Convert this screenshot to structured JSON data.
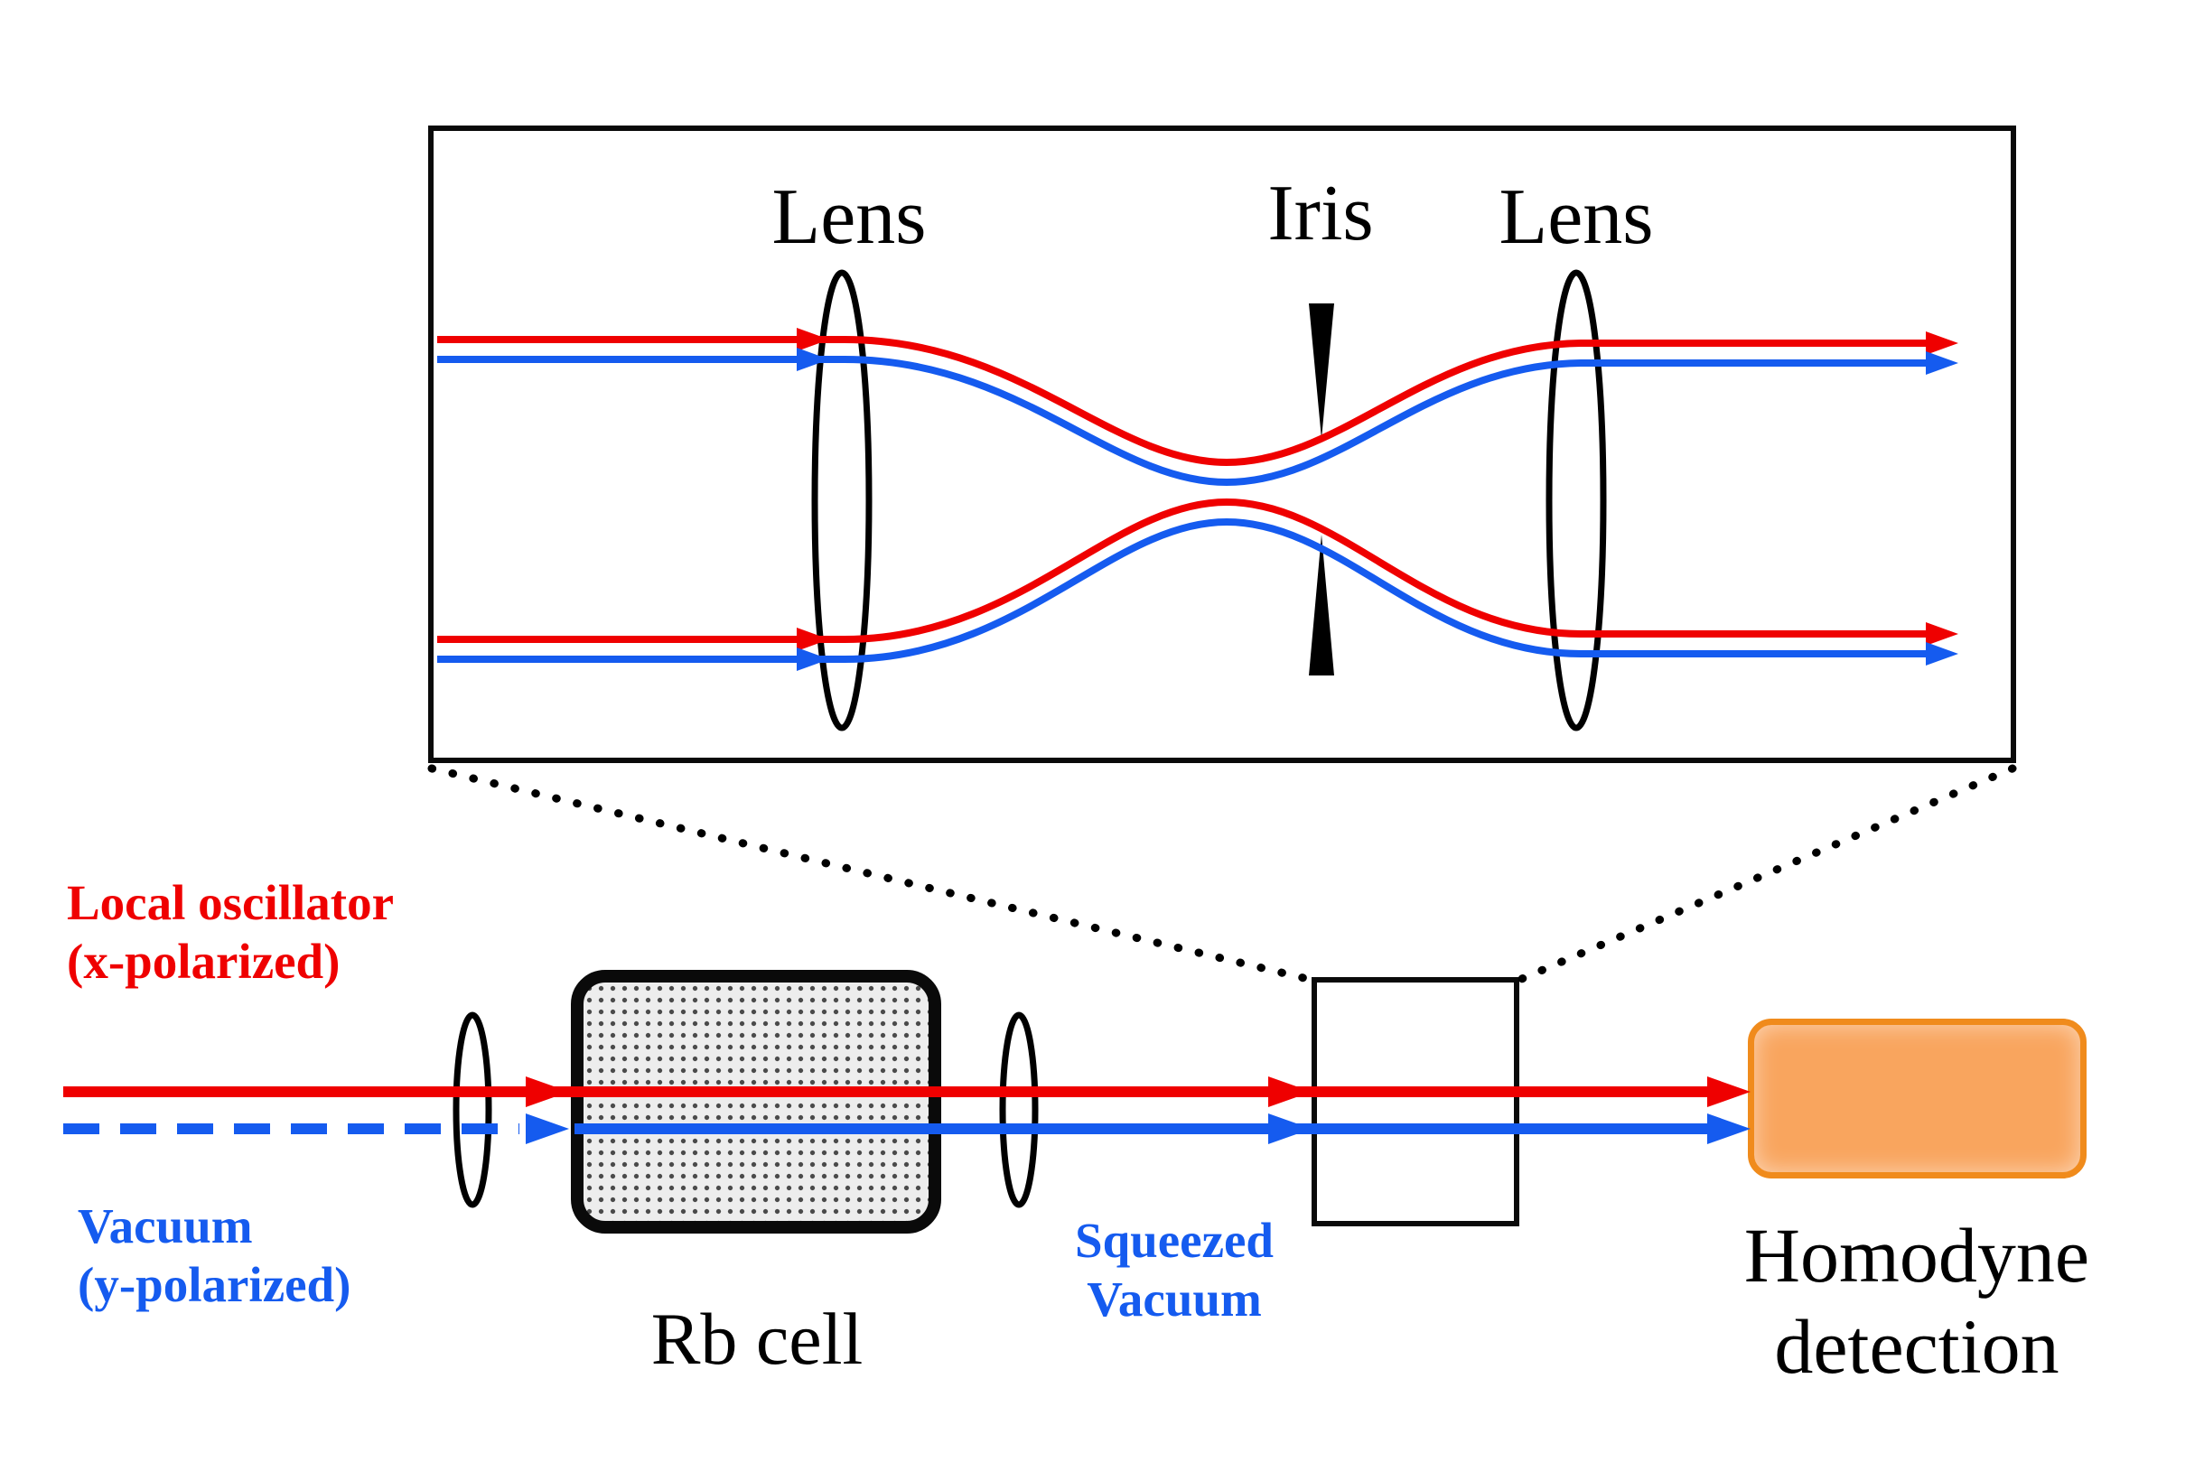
{
  "colors": {
    "red": "#ef0000",
    "blue": "#155bef",
    "orange_fill": "#f9a55e",
    "orange_border": "#f08b1c"
  },
  "inset": {
    "lens_left_label": "Lens",
    "iris_label": "Iris",
    "lens_right_label": "Lens"
  },
  "main": {
    "local_oscillator_line1": "Local oscillator",
    "local_oscillator_line2": "(x-polarized)",
    "vacuum_line1": "Vacuum",
    "vacuum_line2": "(y-polarized)",
    "rb_cell_label": "Rb cell",
    "squeezed_line1": "Squeezed",
    "squeezed_line2": "Vacuum",
    "homodyne_line1": "Homodyne",
    "homodyne_line2": "detection"
  }
}
